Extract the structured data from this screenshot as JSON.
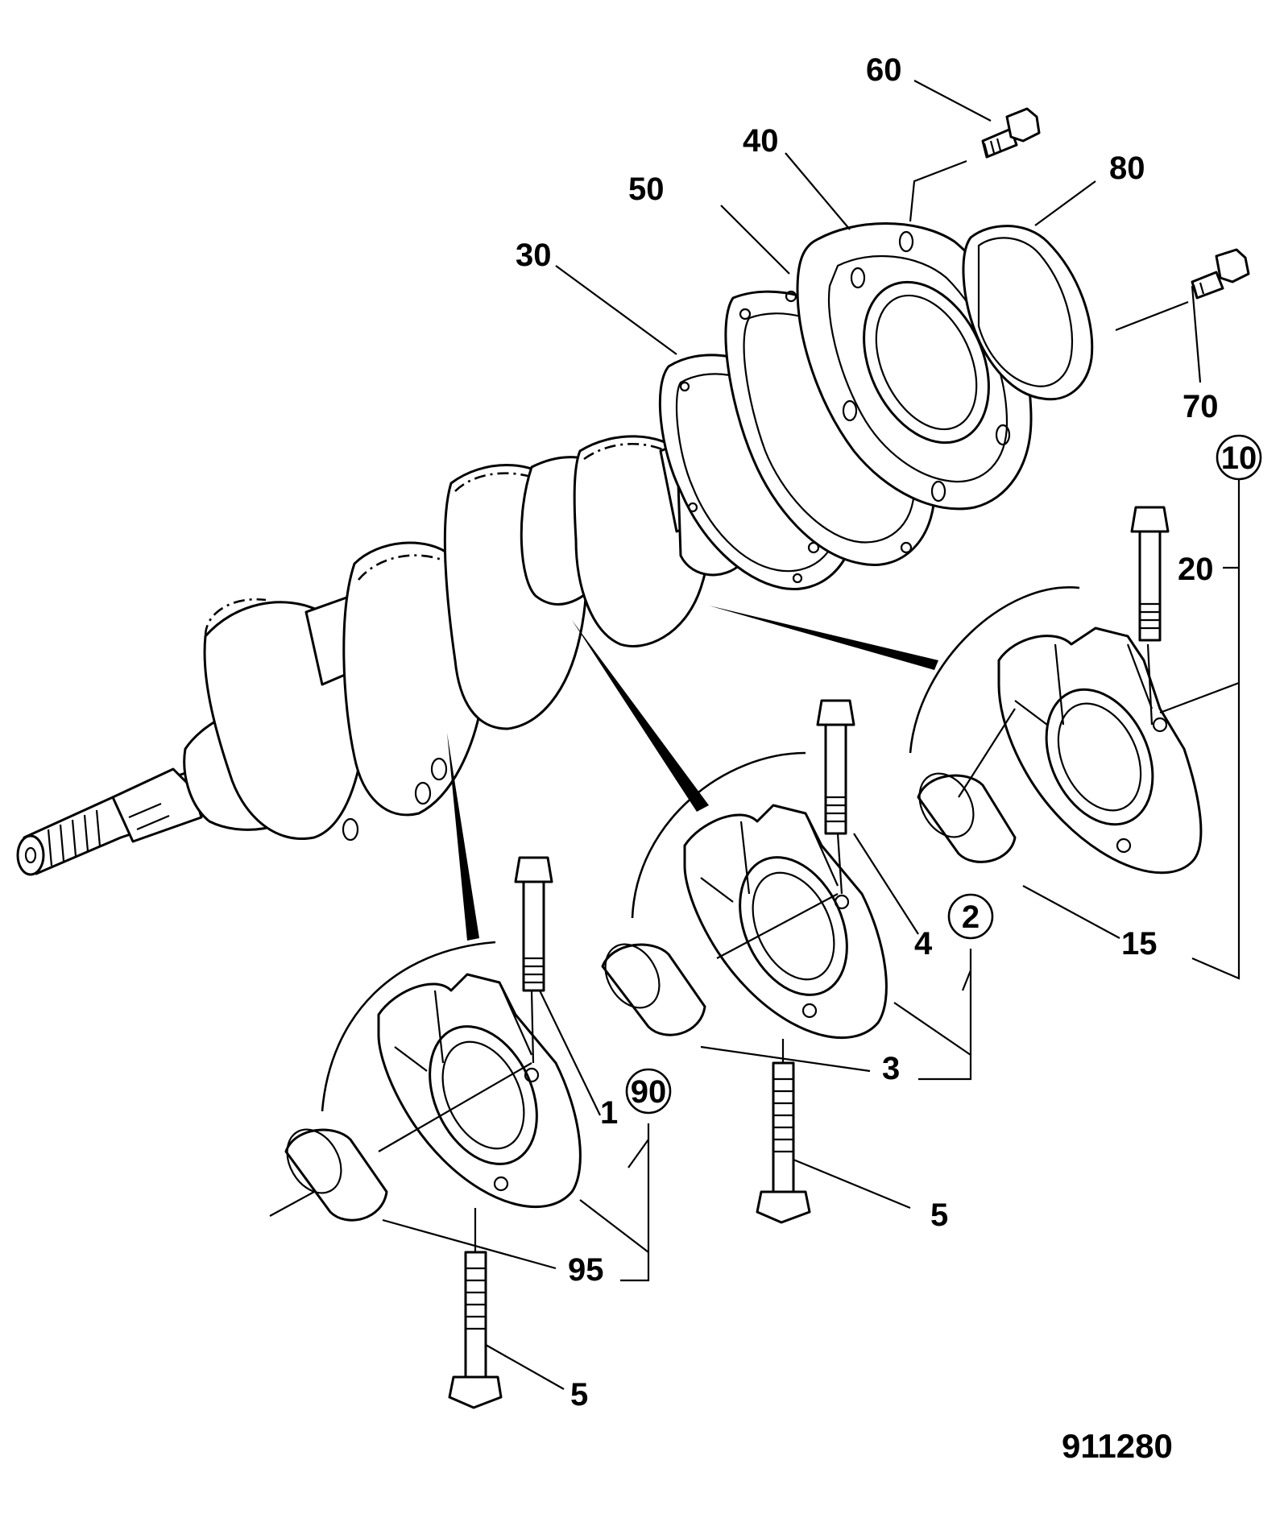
{
  "drawing_number": "911280",
  "callouts": {
    "c60": "60",
    "c40": "40",
    "c80": "80",
    "c50": "50",
    "c30": "30",
    "c70": "70",
    "c10": "10",
    "c20": "20",
    "c4": "4",
    "c2": "2",
    "c15": "15",
    "c3": "3",
    "c90": "90",
    "c1": "1",
    "c5a": "5",
    "c95": "95",
    "c5b": "5"
  }
}
